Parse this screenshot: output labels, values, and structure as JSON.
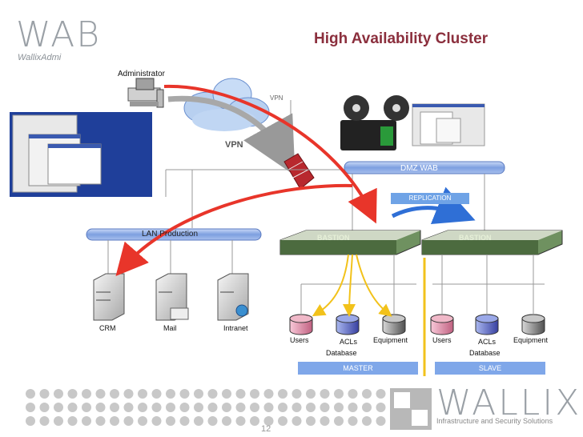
{
  "logo": {
    "text": "WAB",
    "subtitle": "WallixAdmi"
  },
  "title": "High Availability Cluster",
  "labels": {
    "administrator": "Administrator",
    "vpn": "VPN",
    "vpn_top": "VPN",
    "lan_production": "LAN Production",
    "dmz_wab": "DMZ WAB",
    "replication": "REPLICATION",
    "servers": [
      "CRM",
      "Mail",
      "Intranet"
    ],
    "master_dbs": [
      "Users",
      "ACLs",
      "Equipment"
    ],
    "slave_dbs": [
      "Users",
      "ACLs",
      "Equipment"
    ],
    "database": "Database",
    "master": "MASTER",
    "slave": "SLAVE",
    "bastion": "BASTION"
  },
  "footer": {
    "page_number": "12",
    "brand": "WALLIX",
    "brand_sub": "Infrastructure and Security Solutions"
  },
  "colors": {
    "title": "#8b2f3d",
    "red_arrow": "#e8352a",
    "yellow_arrow": "#f2c21b",
    "blue_bar": "#6fa3e6",
    "server_green": "#4c6b3f",
    "dot_gray": "#c8c8c8"
  }
}
